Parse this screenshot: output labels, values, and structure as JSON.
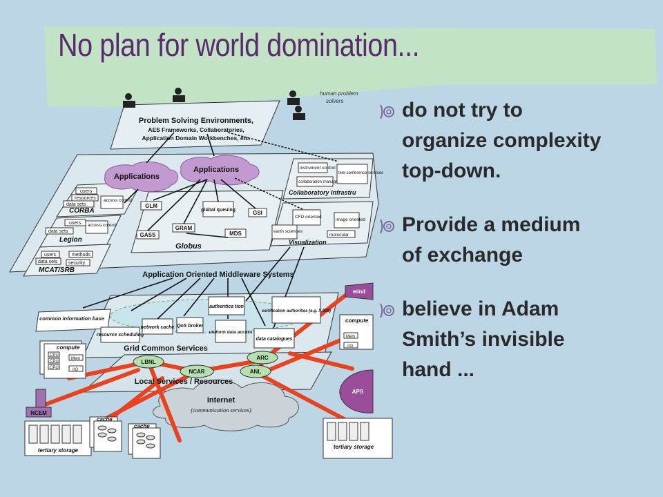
{
  "title": "No plan for world domination...",
  "bullets": [
    {
      "lines": [
        "do not try to",
        "organize complexity",
        "top-down."
      ]
    },
    {
      "lines": [
        "Provide a medium",
        "of exchange"
      ]
    },
    {
      "lines": [
        "believe in Adam",
        "Smith’s invisible",
        "hand ..."
      ]
    }
  ],
  "diagram": {
    "human_solvers": [
      "human problem",
      "solvers"
    ],
    "pse_lines": [
      "Problem Solving Environments,",
      "AES Frameworks, Collaboratories,",
      "Application Domain Workbenches, etc."
    ],
    "applications_1": "Applications",
    "applications_2": "Applications",
    "corba": "CORBA",
    "corba_items": [
      "users",
      "resources",
      "data sets"
    ],
    "access_control": "access control",
    "legion": "Legion",
    "legion_items": [
      "users",
      "data sets"
    ],
    "mcat": "MCAT/SRB",
    "mcat_items": [
      "users",
      "data sets",
      "methods",
      "security"
    ],
    "globus": "Globus",
    "glm": "GLM",
    "global_queuing": "global queuing",
    "gsi": "GSI",
    "gass": "GASS",
    "gram": "GRAM",
    "mds": "MDS",
    "collab_infra": "Collaboratory Infrastru",
    "instrument_control": "instrument control",
    "collab_mgmt": "collaboration management",
    "teleconf": "tele-conference services",
    "visualization": "Visualization",
    "cfd": "CFD oriented",
    "image_oriented": "image oriented",
    "earth_sciences": "earth sciences",
    "molecular": "molecular",
    "middleware": "Application Oriented Middleware Systems",
    "common_info": "common information base",
    "resource_scheduling": "resource scheduling",
    "network_cache": "network cache",
    "qos_broker": "QoS broker",
    "authentication": "authentica tion",
    "uniform_data": "uniform data access",
    "cert_auth": "certification authorities (e.g. X.509)",
    "data_catalogues": "data catalogues",
    "grid_services": "Grid Common Services",
    "compute": "compute",
    "cpu": "CPU",
    "mem": "Mem",
    "io": "I/O",
    "lbnl": "LBNL",
    "ncar": "NCAR",
    "arc": "ARC",
    "anl": "ANL",
    "wind": "wind",
    "aps": "APS",
    "local_services": "Local Services / Resources",
    "internet": "Internet",
    "comm_services": "(communication services)",
    "ncem": "NCEM",
    "cache": "cache",
    "tertiary_left": "tertiary storage",
    "tertiary_right": "tertiary storage"
  }
}
